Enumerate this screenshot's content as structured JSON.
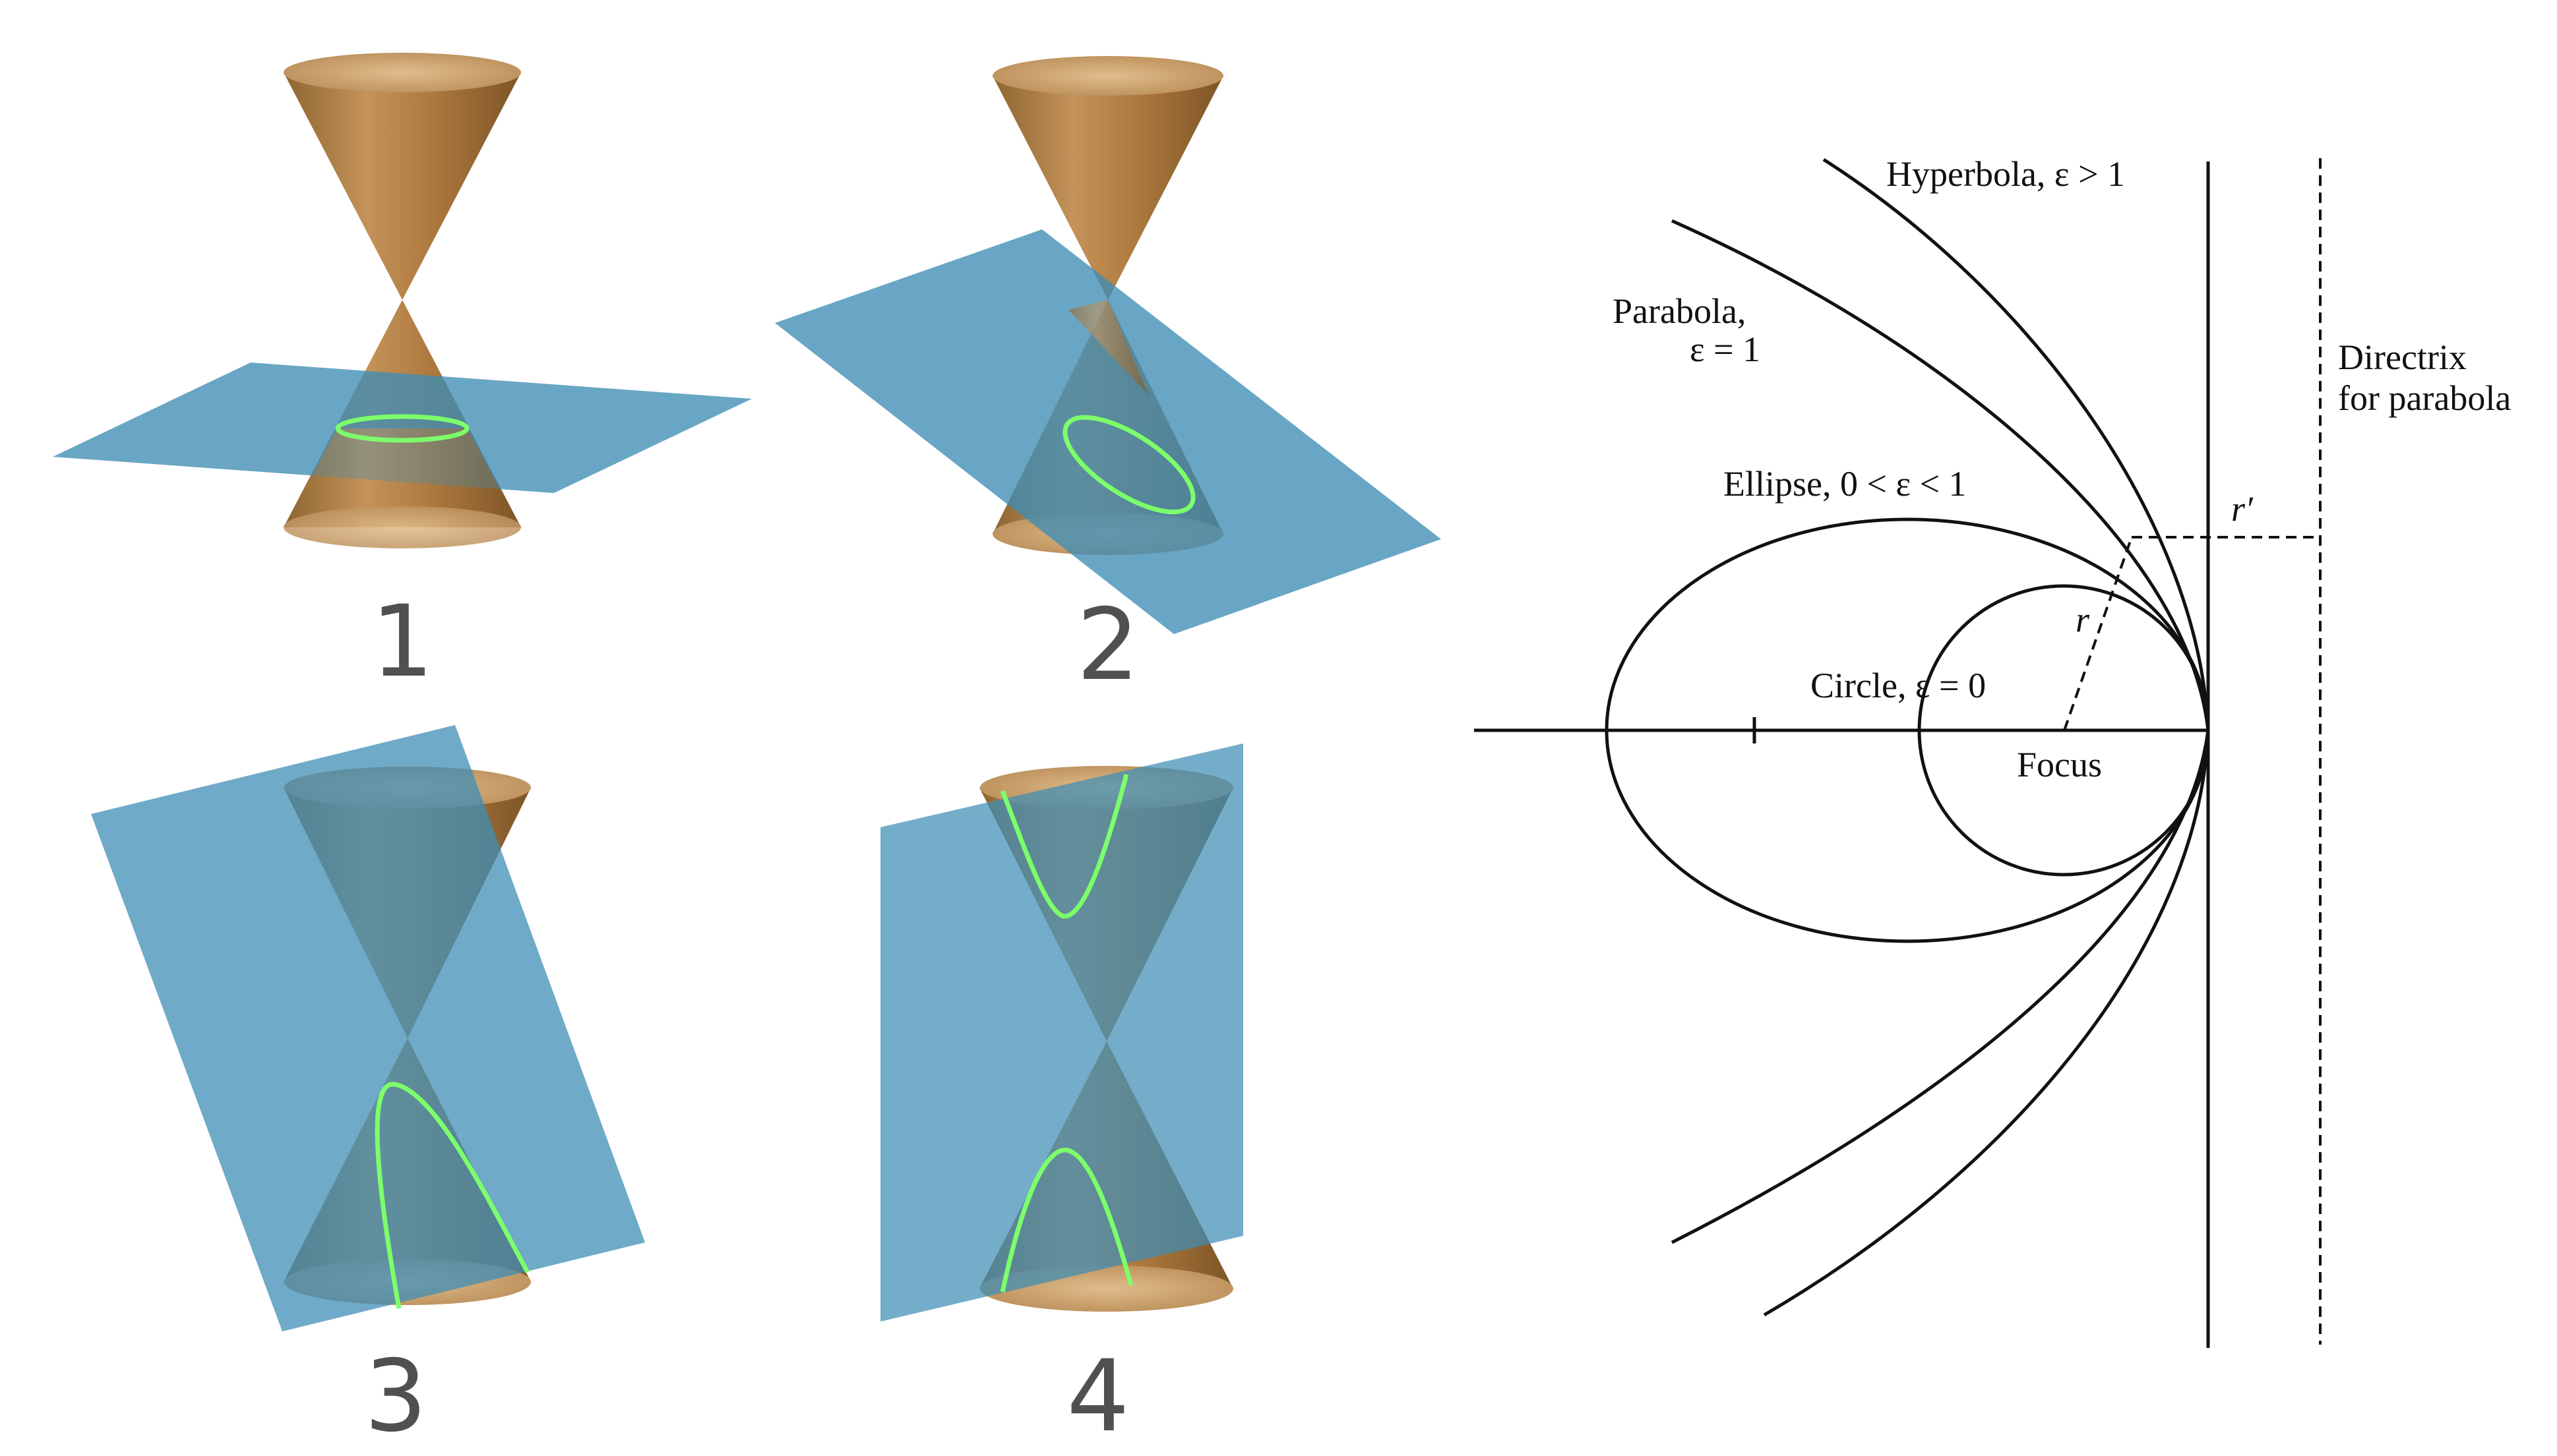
{
  "panels": [
    {
      "number": "1"
    },
    {
      "number": "2"
    },
    {
      "number": "3"
    },
    {
      "number": "4"
    }
  ],
  "colors": {
    "cone": "#b8864e",
    "cone_dark": "#8a6030",
    "plane": "#3f8db5",
    "intersection": "#7cff6a",
    "ink": "#111111",
    "numeral": "#505050"
  },
  "diagram": {
    "hyperbola": "Hyperbola, ε > 1",
    "parabola_line1": "Parabola,",
    "parabola_line2": "ε = 1",
    "ellipse": "Ellipse, 0 < ε < 1",
    "circle": "Circle, ε = 0",
    "focus": "Focus",
    "directrix_line1": "Directrix",
    "directrix_line2": "for parabola",
    "r": "r",
    "r_prime": "r′"
  }
}
